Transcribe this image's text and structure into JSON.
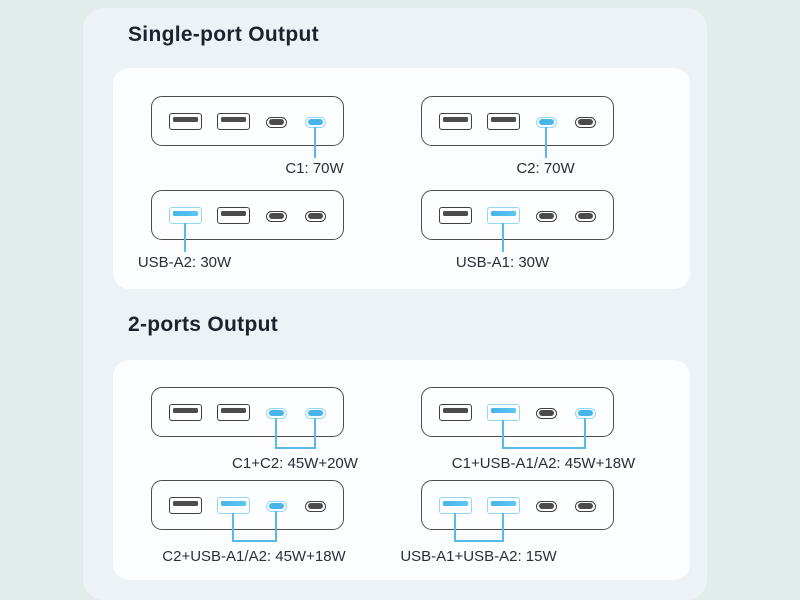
{
  "sections": [
    {
      "title": "Single-port Output",
      "devices": [
        {
          "label": "C1: 70W",
          "highlighted": [
            "C1"
          ]
        },
        {
          "label": "C2: 70W",
          "highlighted": [
            "C2"
          ]
        },
        {
          "label": "USB-A2: 30W",
          "highlighted": [
            "USB-A2"
          ]
        },
        {
          "label": "USB-A1: 30W",
          "highlighted": [
            "USB-A1"
          ]
        }
      ]
    },
    {
      "title": "2-ports Output",
      "devices": [
        {
          "label": "C1+C2: 45W+20W",
          "highlighted": [
            "C2",
            "C1"
          ]
        },
        {
          "label": "C1+USB-A1/A2: 45W+18W",
          "highlighted": [
            "USB-A1",
            "C1"
          ]
        },
        {
          "label": "C2+USB-A1/A2: 45W+18W",
          "highlighted": [
            "USB-A1",
            "C2"
          ]
        },
        {
          "label": "USB-A1+USB-A2: 15W",
          "highlighted": [
            "USB-A2",
            "USB-A1"
          ]
        }
      ]
    }
  ],
  "ports_order": [
    "USB-A2",
    "USB-A1",
    "C2",
    "C1"
  ],
  "colors": {
    "bg": "#e2eceb",
    "card": "#edf2f6",
    "panel": "#fbfdfe",
    "heading": "#1e222c",
    "label": "#2a2e36",
    "devborder": "#4e4e4e",
    "portdark": "#3f3f3f",
    "portfill": "#4c4c4c",
    "hl": "#47b4ea",
    "hlring": "#93d7f5",
    "line": "#58b9e9"
  }
}
